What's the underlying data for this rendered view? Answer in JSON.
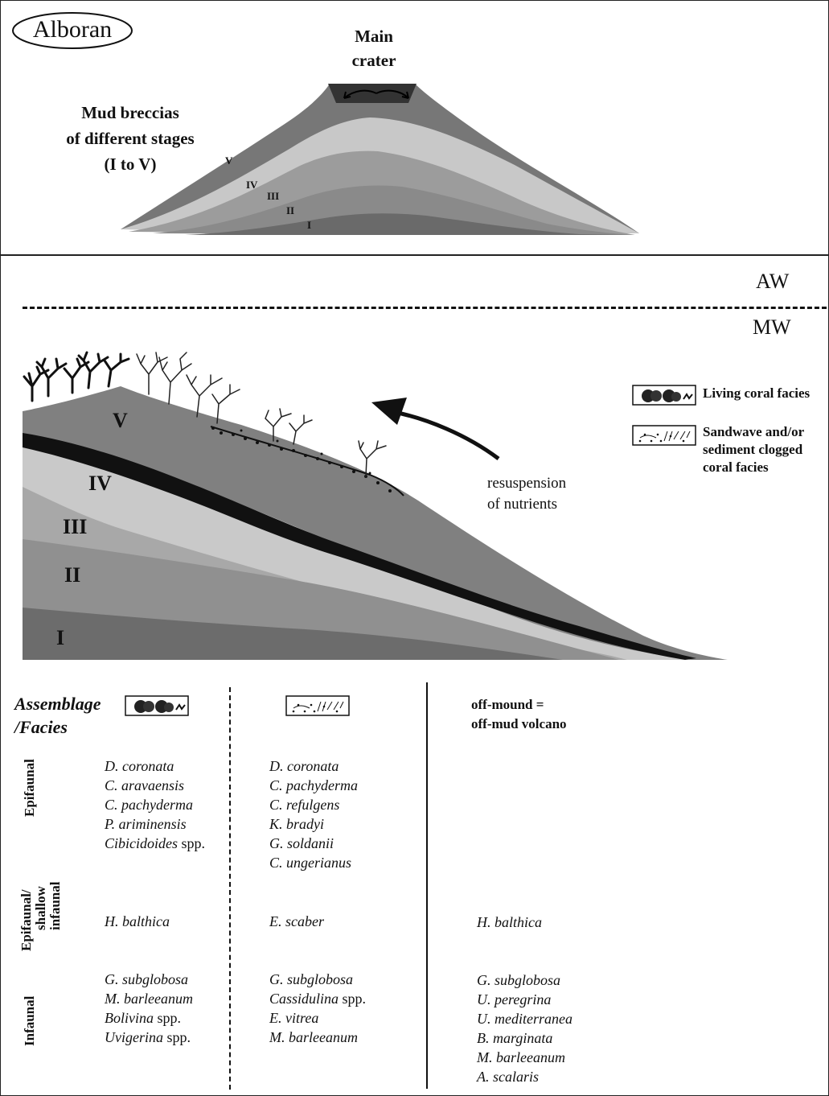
{
  "top_panel": {
    "region_label": "Alboran",
    "crater_label_line1": "Main",
    "crater_label_line2": "crater",
    "mud_label_line1": "Mud breccias",
    "mud_label_line2": "of different stages",
    "mud_label_line3": "(I to V)",
    "stages": [
      "V",
      "IV",
      "III",
      "II",
      "I"
    ]
  },
  "middle_panel": {
    "water_upper": "AW",
    "water_lower": "MW",
    "stages": [
      "V",
      "IV",
      "III",
      "II",
      "I"
    ],
    "arrow_label_line1": "resuspension",
    "arrow_label_line2": "of nutrients",
    "legend": [
      {
        "icon": "living-coral-icon",
        "label": "Living coral facies"
      },
      {
        "icon": "sandwave-coral-icon",
        "label_line1": "Sandwave and/or",
        "label_line2": "sediment clogged",
        "label_line3": "coral facies"
      }
    ]
  },
  "table": {
    "header_line1": "Assemblage",
    "header_line2": "/Facies",
    "offmound_line1": "off-mound =",
    "offmound_line2": "off-mud volcano",
    "rows": [
      {
        "label": "Epifaunal",
        "col1": [
          [
            "D. coronata",
            ""
          ],
          [
            "C. aravaensis",
            ""
          ],
          [
            "C. pachyderma",
            ""
          ],
          [
            "P. ariminensis",
            ""
          ],
          [
            "Cibicidoides",
            " spp."
          ]
        ],
        "col2": [
          [
            "D. coronata",
            ""
          ],
          [
            "C. pachyderma",
            ""
          ],
          [
            "C. refulgens",
            ""
          ],
          [
            "K. bradyi",
            ""
          ],
          [
            "G. soldanii",
            ""
          ],
          [
            "C. ungerianus",
            ""
          ]
        ],
        "col3": []
      },
      {
        "label_line1": "Epifaunal/",
        "label_line2": "shallow",
        "label_line3": "infaunal",
        "col1": [
          [
            "H. balthica",
            ""
          ]
        ],
        "col2": [
          [
            "E. scaber",
            ""
          ]
        ],
        "col3": [
          [
            "H. balthica",
            ""
          ]
        ]
      },
      {
        "label": "Infaunal",
        "col1": [
          [
            "G. subglobosa",
            ""
          ],
          [
            "M. barleeanum",
            ""
          ],
          [
            "Bolivina",
            " spp."
          ],
          [
            "Uvigerina",
            " spp."
          ]
        ],
        "col2": [
          [
            "G. subglobosa",
            ""
          ],
          [
            "Cassidulina",
            " spp."
          ],
          [
            "E. vitrea",
            ""
          ],
          [
            "M. barleeanum",
            ""
          ]
        ],
        "col3": [
          [
            "G. subglobosa",
            ""
          ],
          [
            "U. peregrina",
            ""
          ],
          [
            "U. mediterranea",
            ""
          ],
          [
            "B. marginata",
            ""
          ],
          [
            "M. barleeanum",
            ""
          ],
          [
            "A. scalaris",
            ""
          ]
        ]
      }
    ]
  }
}
